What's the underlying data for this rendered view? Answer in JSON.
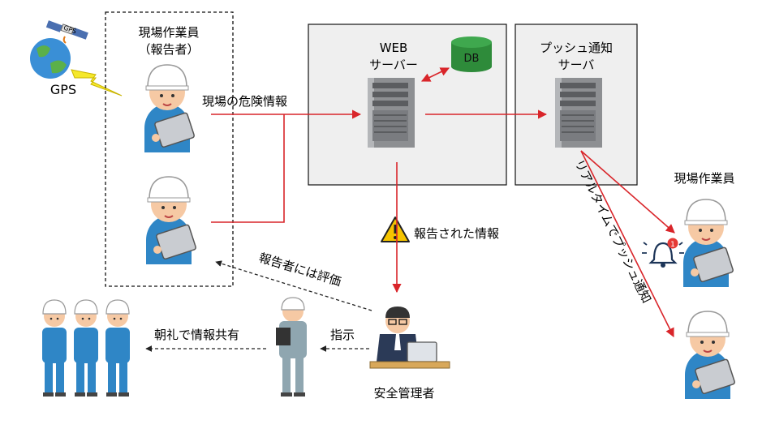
{
  "gps": {
    "label": "GPS",
    "satellite_label": "GPS"
  },
  "reporter_box": {
    "title_line1": "現場作業員",
    "title_line2": "（報告者）"
  },
  "web_server": {
    "title_line1": "WEB",
    "title_line2": "サーバー"
  },
  "db": {
    "label": "DB"
  },
  "push_server": {
    "title_line1": "プッシュ通知",
    "title_line2": "サーバ"
  },
  "arrows": {
    "danger_info": "現場の危険情報",
    "reported_info": "報告された情報",
    "evaluation": "報告者には評価",
    "instruction": "指示",
    "morning_share": "朝礼で情報共有",
    "realtime_push": "リアルタイムでプッシュ通知"
  },
  "field_workers": {
    "label": "現場作業員",
    "badge_count": "1"
  },
  "safety_manager": {
    "label": "安全管理者"
  },
  "colors": {
    "arrow_red": "#d9252a",
    "box_fill": "#efefef",
    "helmet": "#ffffff",
    "uniform": "#2f86c6",
    "db_green": "#2e8b3a",
    "warning_yellow": "#f5c400"
  }
}
